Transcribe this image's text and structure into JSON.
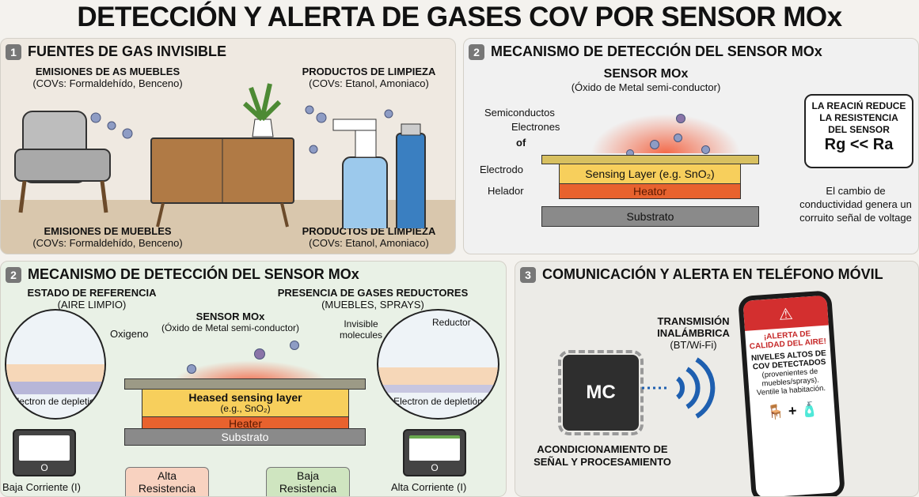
{
  "title": "DETECCIÓN Y ALERTA DE GASES COV POR SENSOR MOx",
  "panel1": {
    "num": "1",
    "title": "FUENTES DE GAS INVISIBLE",
    "tl_title": "EMISIONES DE AS MUEBLES",
    "tl_sub": "(COVs: Formaldehído, Benceno)",
    "tr_title": "PRODUCTOS DE LIMPIEZA",
    "tr_sub": "(COVs: Etanol, Amoniaco)",
    "bl_title": "EMISIONES DE MUEBLES",
    "bl_sub": "(COVs: Formaldehído, Benceno)",
    "br_title": "PRODUCTOS DE LIMPIEZA",
    "br_sub": "(COVs: Etanol, Amoniaco)"
  },
  "panel2": {
    "num": "2",
    "title": "MECANISMO DE DETECCIÓN DEL SENSOR MOx",
    "sensor": "SENSOR MOx",
    "sensor_sub": "(Óxido de Metal semi-conductor)",
    "labels": [
      "Semiconductos",
      "Electrones",
      "of",
      "Electrodo",
      "Helador"
    ],
    "sensing": "Sensing Layer (e.g. SnO₂)",
    "heater": "Heator",
    "substrate": "Substrato",
    "callout": "LA REACIŃ REDUCE LA RESISTENCIA DEL SENSOR",
    "formula": "Rg << Ra",
    "note": "El cambio de conductividad genera un corruito señal de voltage"
  },
  "panel2b": {
    "num": "2",
    "title": "MECANISMO DE DETECCIÓN DEL SENSOR MOx",
    "left_title": "ESTADO DE REFERENCIA",
    "left_sub": "(AIRE LIMPIO)",
    "right_title": "PRESENCIA DE GASES REDUCTORES",
    "right_sub": "(MUEBLES, SPRAYS)",
    "sensor": "SENSOR MOx",
    "sensor_sub": "(Óxido de Metal semi-conductor)",
    "oxigeno": "Oxigeno",
    "invisible": "Invisible molecules",
    "reductor": "Reductor",
    "depletion_left": "Electron de depletion",
    "depletion_right": "Electron de depletión",
    "sensing": "Heased sensing layer",
    "sensing_sub": "(e.g., SnO₂)",
    "heater": "Heater",
    "substrate": "Substrato",
    "meter_left": "Baja Corriente (I)",
    "meter_right": "Alta Corriente (I)",
    "meter_mark": "O",
    "alta": "Alta Resistencia (R)",
    "baja": "Baja Resistencia (R)"
  },
  "panel3": {
    "num": "3",
    "title": "COMUNICACIÓN Y ALERTA EN TELÉFONO MÓVIL",
    "chip": "MC",
    "tx": "TRANSMISIÓN INALÁMBRICA",
    "tx_sub": "(BT/Wi-Fi)",
    "proc": "ACONDICIONAMIENTO DE SEÑAL Y PROCESAMIENTO",
    "alert_title": "¡ALERTA DE CALIDAD DEL AIRE!",
    "alert_body": "NIVELES ALTOS DE COV DETECTADOS",
    "alert_detail": "(provenientes de muebles/sprays). Ventile la habitación.",
    "plus": "+"
  },
  "colors": {
    "sensing": "#f7cf5c",
    "heater": "#e8622e",
    "substrate": "#8a8a8a",
    "alert": "#d32f2f",
    "wifi": "#1e5fb0"
  }
}
